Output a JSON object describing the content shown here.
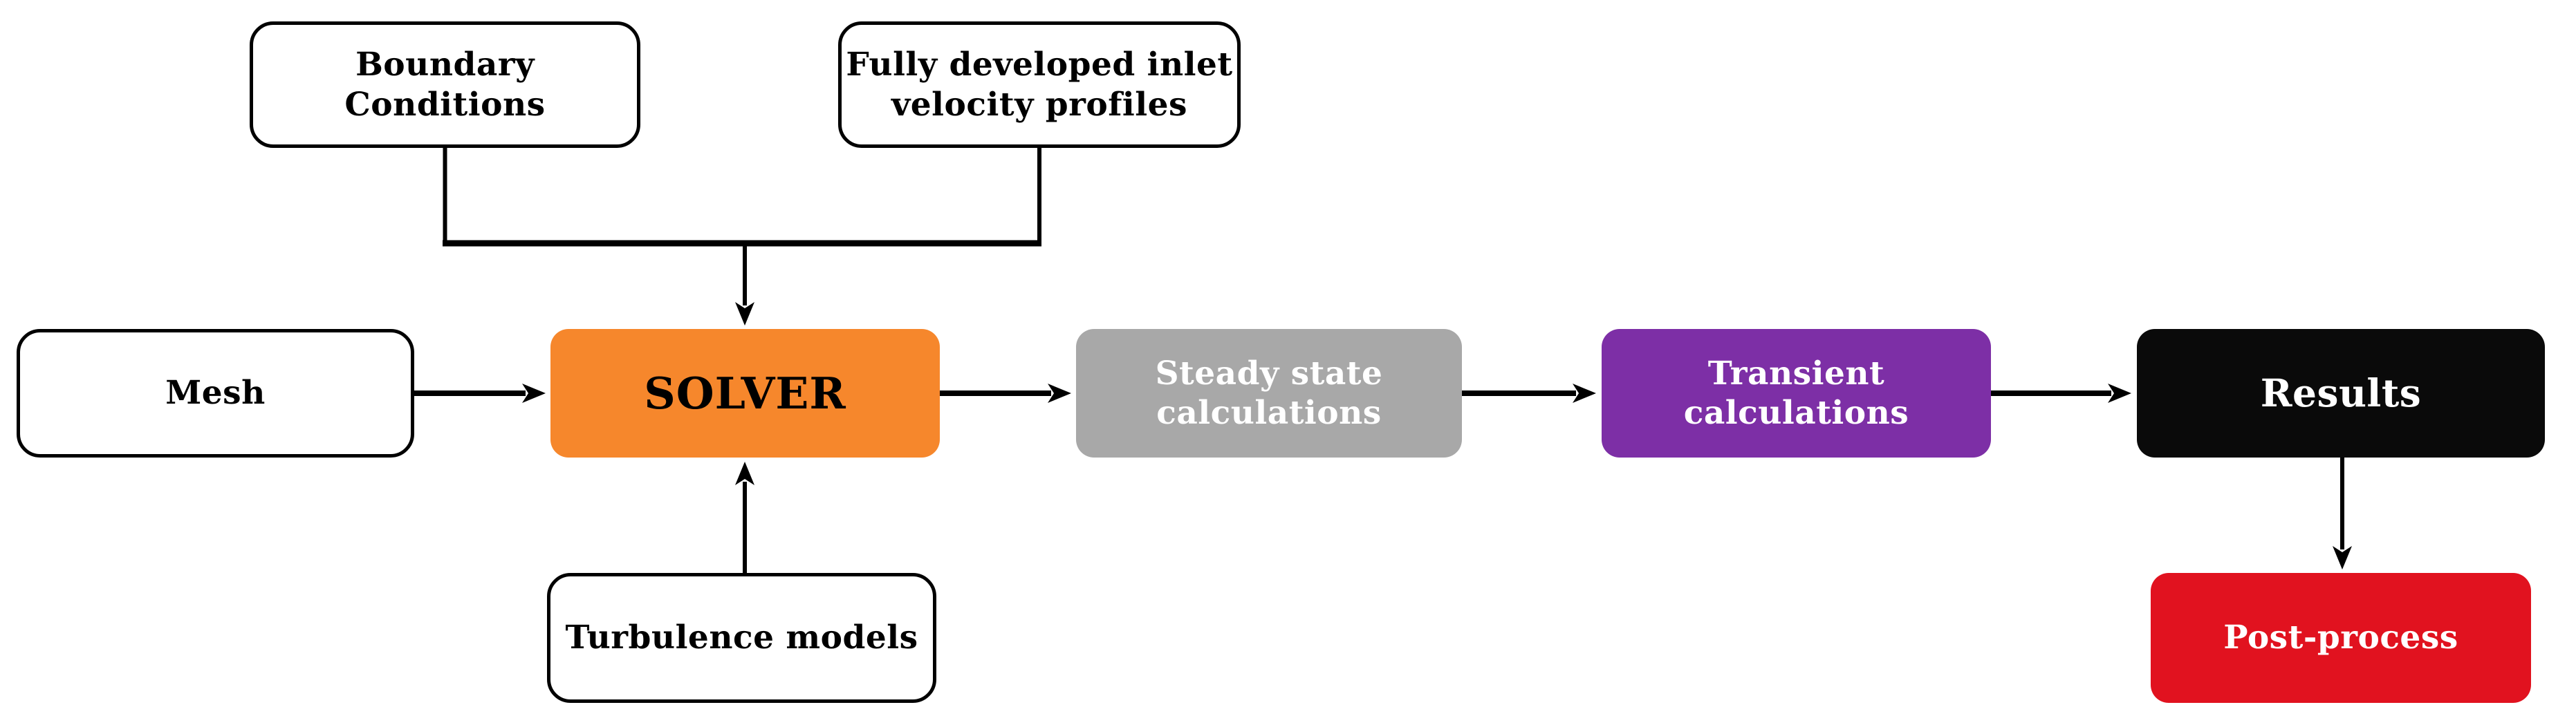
{
  "diagram": {
    "background": "#ffffff",
    "edge_color": "#000000",
    "nodes": [
      {
        "id": "boundary-conditions",
        "label": "Boundary\nConditions",
        "bg": "#ffffff",
        "text_color": "#000000",
        "border_color": "#000000",
        "shape": "rounded-outline"
      },
      {
        "id": "fully-developed-inlet",
        "label": "Fully developed inlet\nvelocity profiles",
        "bg": "#ffffff",
        "text_color": "#000000",
        "border_color": "#000000",
        "shape": "rounded-outline"
      },
      {
        "id": "mesh",
        "label": "Mesh",
        "bg": "#ffffff",
        "text_color": "#000000",
        "border_color": "#000000",
        "shape": "rounded-outline"
      },
      {
        "id": "solver",
        "label": "SOLVER",
        "bg": "#F6872C",
        "text_color": "#000000",
        "border_color": null,
        "shape": "rounded-fill"
      },
      {
        "id": "steady-state-calculations",
        "label": "Steady state\ncalculations",
        "bg": "#A8A8A8",
        "text_color": "#ffffff",
        "border_color": null,
        "shape": "rounded-fill"
      },
      {
        "id": "transient-calculations",
        "label": "Transient\ncalculations",
        "bg": "#7D2FA6",
        "text_color": "#ffffff",
        "border_color": null,
        "shape": "rounded-fill"
      },
      {
        "id": "results",
        "label": "Results",
        "bg": "#0A0A0A",
        "text_color": "#ffffff",
        "border_color": null,
        "shape": "rounded-fill"
      },
      {
        "id": "turbulence-models",
        "label": "Turbulence models",
        "bg": "#ffffff",
        "text_color": "#000000",
        "border_color": "#000000",
        "shape": "rounded-outline"
      },
      {
        "id": "post-process",
        "label": "Post-process",
        "bg": "#E1121F",
        "text_color": "#ffffff",
        "border_color": null,
        "shape": "rounded-fill"
      }
    ],
    "edges": [
      {
        "from": "boundary-conditions",
        "to": "solver",
        "arrow": true
      },
      {
        "from": "fully-developed-inlet",
        "to": "solver",
        "arrow": true
      },
      {
        "from": "mesh",
        "to": "solver",
        "arrow": true
      },
      {
        "from": "turbulence-models",
        "to": "solver",
        "arrow": true
      },
      {
        "from": "solver",
        "to": "steady-state-calculations",
        "arrow": true
      },
      {
        "from": "steady-state-calculations",
        "to": "transient-calculations",
        "arrow": true
      },
      {
        "from": "transient-calculations",
        "to": "results",
        "arrow": true
      },
      {
        "from": "results",
        "to": "post-process",
        "arrow": true
      }
    ]
  }
}
